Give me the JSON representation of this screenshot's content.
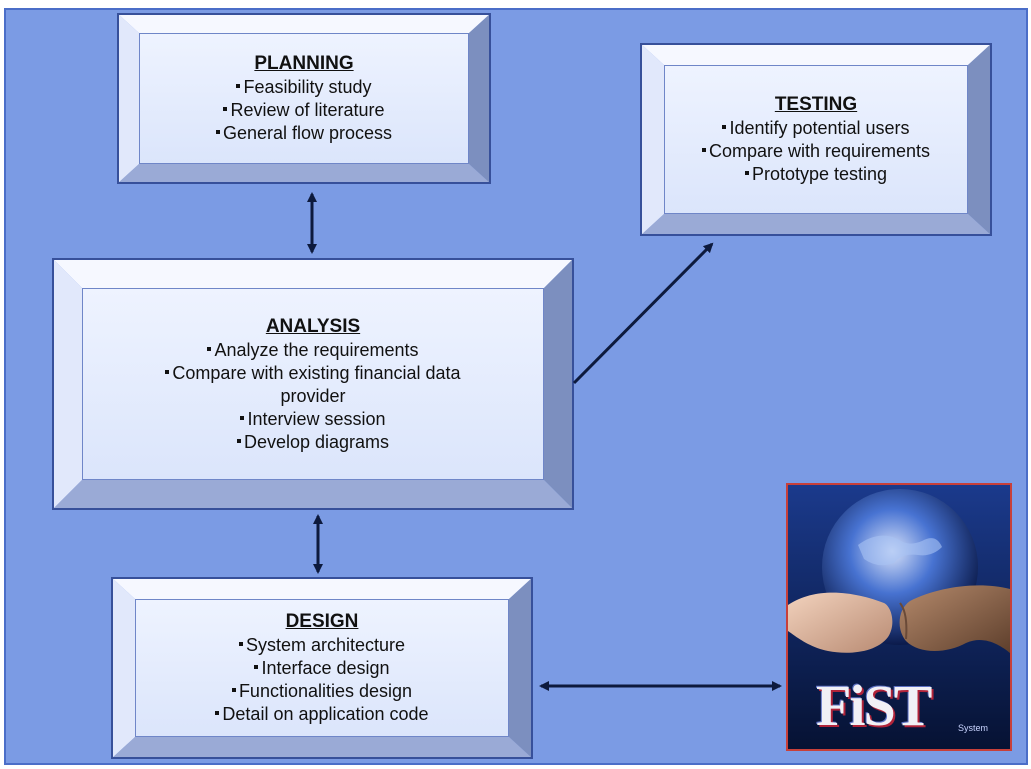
{
  "boxes": {
    "planning": {
      "title": "PLANNING",
      "items": [
        "Feasibility study",
        "Review of literature",
        "General flow process"
      ]
    },
    "testing": {
      "title": "TESTING",
      "items": [
        "Identify potential users",
        "Compare with requirements",
        "Prototype testing"
      ]
    },
    "analysis": {
      "title": "ANALYSIS",
      "items": [
        "Analyze the requirements",
        "Compare with existing financial data",
        "provider",
        "Interview session",
        "Develop diagrams"
      ]
    },
    "design": {
      "title": "DESIGN",
      "items": [
        "System architecture",
        "Interface design",
        "Functionalities design",
        "Detail on application code"
      ]
    }
  },
  "logo": {
    "text": "FiST",
    "subtext": "System"
  },
  "colors": {
    "background": "#7b9be4",
    "box_face": "#dbe5fb",
    "box_outline": "#37509a",
    "arrow": "#0d1a3d",
    "logo_border": "#c8403a"
  },
  "connections": [
    {
      "from": "PLANNING",
      "to": "ANALYSIS",
      "direction": "both"
    },
    {
      "from": "ANALYSIS",
      "to": "TESTING",
      "direction": "forward"
    },
    {
      "from": "ANALYSIS",
      "to": "DESIGN",
      "direction": "both"
    },
    {
      "from": "DESIGN",
      "to": "FiST",
      "direction": "both"
    }
  ]
}
